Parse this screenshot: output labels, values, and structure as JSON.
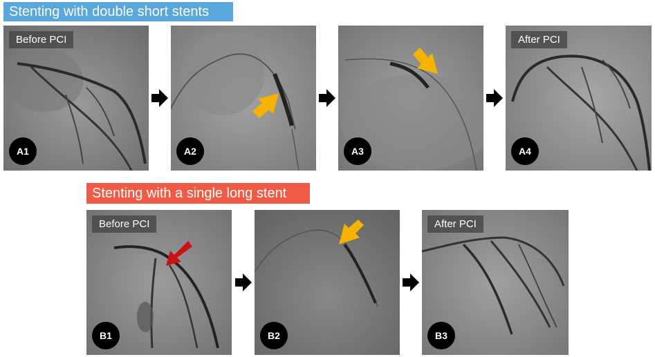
{
  "row_a": {
    "title": "Stenting with double short stents",
    "panels": [
      {
        "badge": "A1",
        "label": "Before PCI"
      },
      {
        "badge": "A2",
        "label": ""
      },
      {
        "badge": "A3",
        "label": ""
      },
      {
        "badge": "A4",
        "label": "After PCI"
      }
    ]
  },
  "row_b": {
    "title": "Stenting with a single long stent",
    "panels": [
      {
        "badge": "B1",
        "label": "Before PCI"
      },
      {
        "badge": "B2",
        "label": ""
      },
      {
        "badge": "B3",
        "label": "After PCI"
      }
    ]
  },
  "colors": {
    "banner_a": "#58a7dd",
    "banner_b": "#ef5b45",
    "pointer_yellow": "#f5b300",
    "pointer_red": "#cc1111"
  },
  "icons": [
    "flow-arrow-icon",
    "yellow-pointer-icon",
    "red-pointer-icon"
  ]
}
